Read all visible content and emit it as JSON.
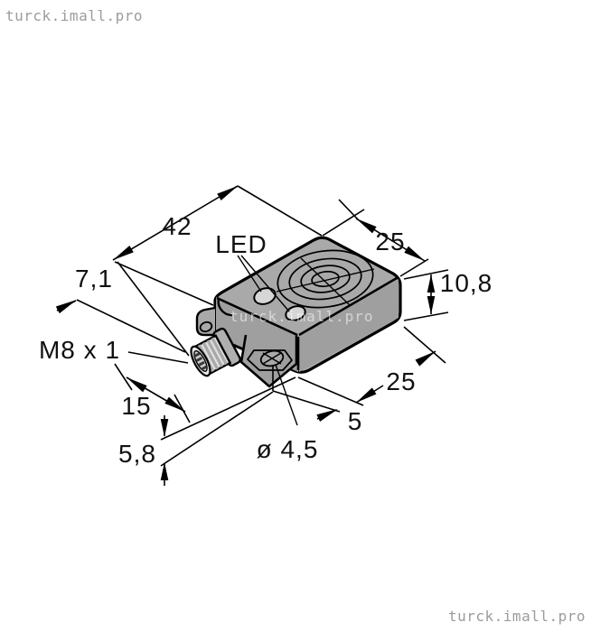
{
  "watermarks": {
    "top_left": "turck.imall.pro",
    "body": "turck.imall.pro",
    "bottom_right": "turck.imall.pro"
  },
  "labels": {
    "led": "LED",
    "thread": "M8 x 1",
    "hole_diameter": "ø 4,5"
  },
  "dimensions": {
    "length": "42",
    "width_top": "25",
    "height": "10,8",
    "connector_protrusion": "7,1",
    "connector_center_offset": "15",
    "width_bottom": "25",
    "hole_to_edge": "5",
    "base_plane_offset": "5,8"
  },
  "colors": {
    "body": "#a9a9a9",
    "side_face": "#9f9f9f",
    "outline": "#000000",
    "connector_barrel": "#dedede",
    "watermark_gray": "#9c9c9c"
  }
}
